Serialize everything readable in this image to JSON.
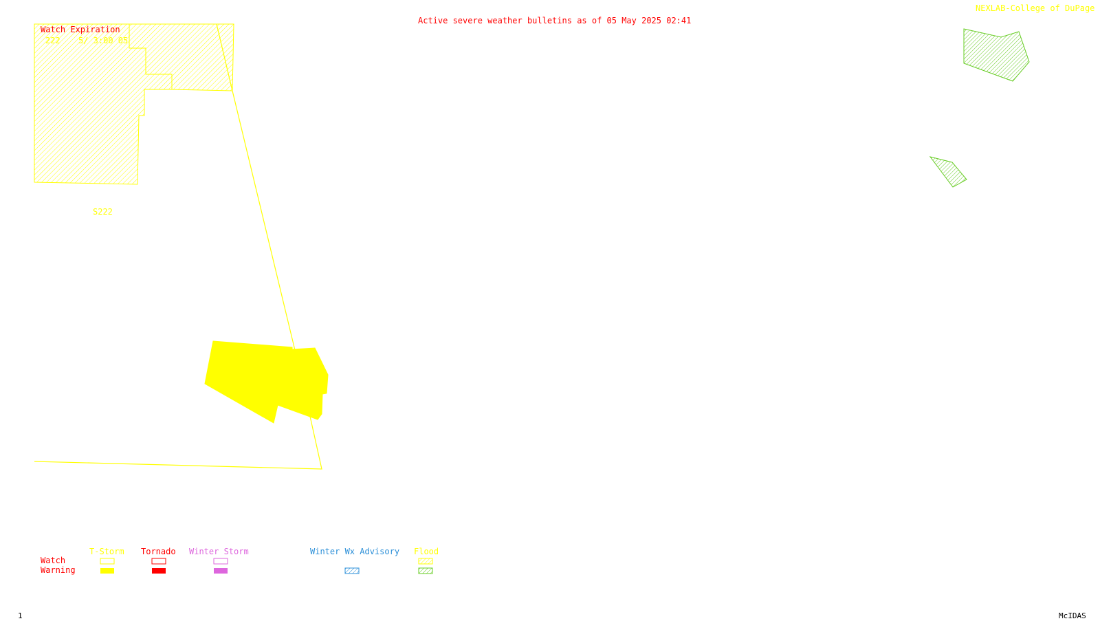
{
  "header": {
    "title": "Active severe weather bulletins as of 05 May 2025 02:41",
    "credit": "NEXLAB-College of DuPage R",
    "title_color": "#ff0000",
    "credit_color": "#ffff00"
  },
  "watch_expiration": {
    "heading": "Watch Expiration",
    "watch_number": "222",
    "expires": "5/ 3:00 05"
  },
  "map_labels": {
    "watch_label": "S222"
  },
  "legend": {
    "row_labels": [
      "Watch",
      "Warning"
    ],
    "columns": [
      {
        "label": "T-Storm",
        "color": "#ffff00",
        "watch_icon": "outline-box",
        "warning_icon": "filled-box"
      },
      {
        "label": "Tornado",
        "color": "#ff0000",
        "watch_icon": "outline-box",
        "warning_icon": "filled-box"
      },
      {
        "label": "Winter Storm",
        "color": "#dd66dd",
        "watch_icon": "outline-box",
        "warning_icon": "filled-box"
      },
      {
        "label": "Winter Wx Advisory",
        "color": "#2b8fd8",
        "watch_icon": "none",
        "warning_icon": "hatched-box"
      },
      {
        "label": "Flood",
        "color": "#ffff00",
        "watch_icon": "hatched-box",
        "warning_icon": "hatched-box"
      }
    ],
    "flood_warning_color": "#66cc22"
  },
  "footer": {
    "frame_number": "1",
    "software": "McIDAS"
  },
  "colors": {
    "thunderstorm": "#ffff00",
    "flood_warning": "#66cc22",
    "background": "#ffffff"
  }
}
